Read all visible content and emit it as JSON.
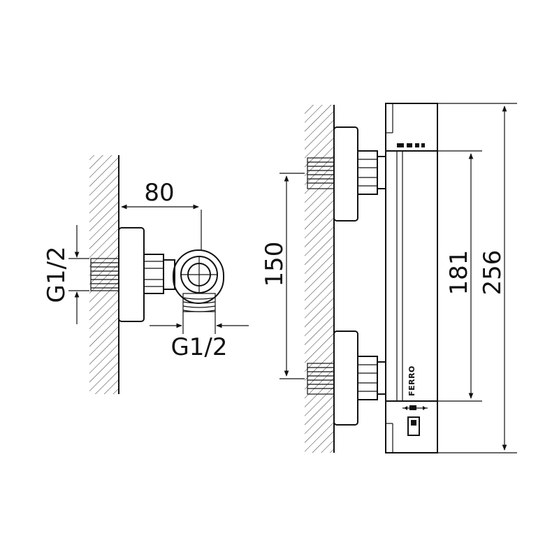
{
  "side_view": {
    "depth_dim": "80",
    "inlet_thread": "G1/2",
    "outlet_thread": "G1/2"
  },
  "front_view": {
    "brand": "FERRO",
    "inlet_spacing_dim": "150",
    "body_length_dim": "181",
    "total_length_dim": "256"
  }
}
